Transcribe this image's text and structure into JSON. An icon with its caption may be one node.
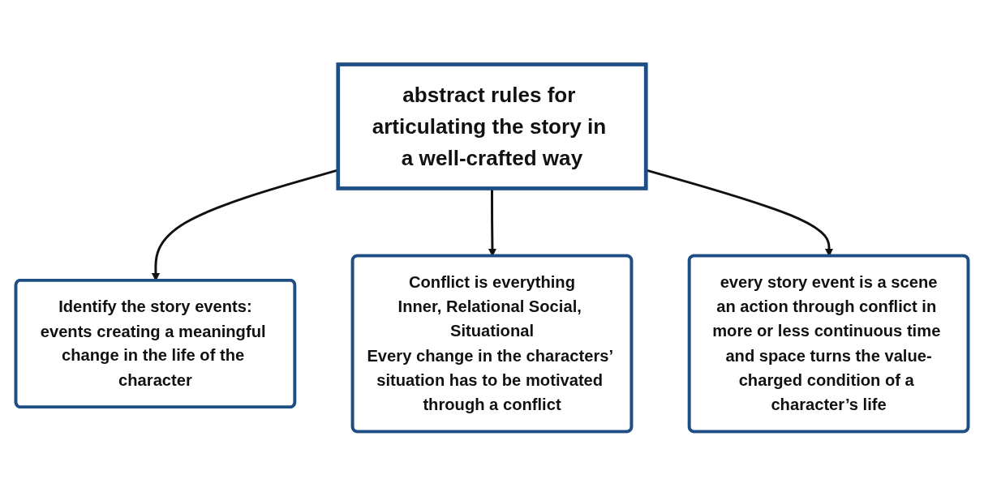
{
  "diagram": {
    "nodes": [
      {
        "text": [
          "abstract rules for articulating the story in a well-crafted way"
        ]
      },
      {
        "text": [
          "Identify the story events:",
          "events creating a meaningful change in the life of the character"
        ]
      },
      {
        "text": [
          "Conflict is everything",
          "Inner, Relational Social, Situational",
          "Every change in the characters’ situation has to be motivated through a conflict"
        ]
      },
      {
        "text": [
          "every story event is a scene",
          "an action through conflict in more or less continuous time and space turns the value-charged condition of a character’s life"
        ]
      }
    ],
    "edges": [
      {
        "from": 0,
        "to": 1,
        "arrow": "to"
      },
      {
        "from": 0,
        "to": 2,
        "arrow": "to"
      },
      {
        "from": 0,
        "to": 3,
        "arrow": "to"
      }
    ]
  }
}
